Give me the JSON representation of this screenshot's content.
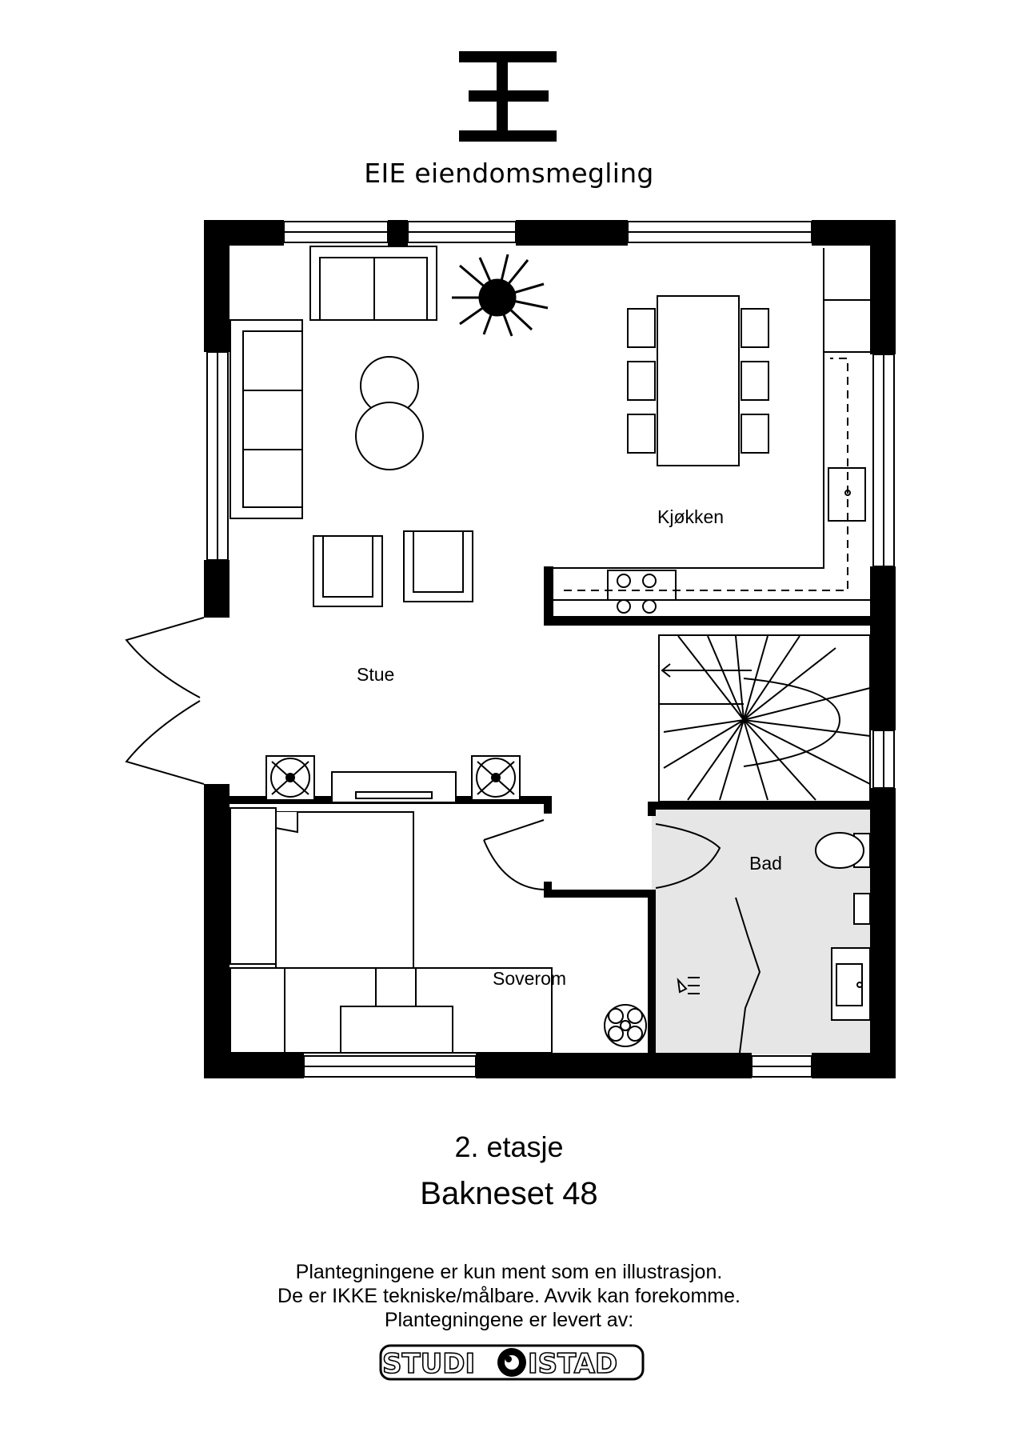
{
  "brand": {
    "logo_icon": "eie-logo-icon",
    "name": "EIE eiendomsmegling"
  },
  "rooms": {
    "living": "Stue",
    "kitchen": "Kjøkken",
    "bath": "Bad",
    "bedroom": "Soverom"
  },
  "plan": {
    "floor": "2. etasje",
    "address": "Bakneset 48"
  },
  "disclaimer": {
    "line1": "Plantegningene er kun ment som en illustrasjon.",
    "line2": "De er IKKE tekniske/målbare. Avvik kan forekomme.",
    "line3": "Plantegningene er levert av:"
  },
  "studio_logo": {
    "icon": "studio-istad-logo-icon",
    "text_left": "STUDI",
    "text_right": "ISTAD"
  },
  "colors": {
    "wall": "#000000",
    "bath_floor": "#e6e6e6"
  }
}
